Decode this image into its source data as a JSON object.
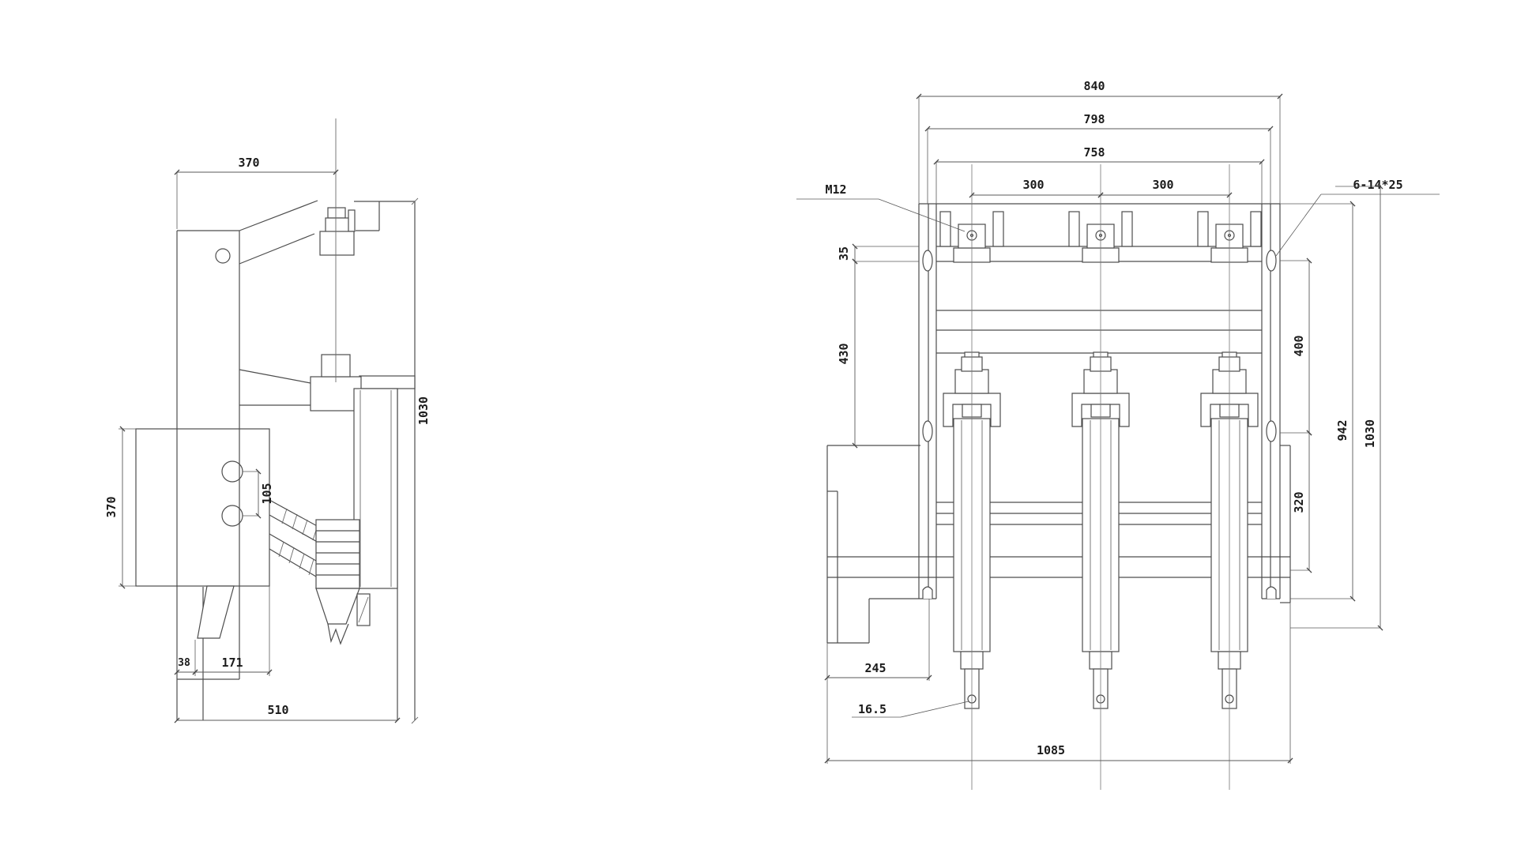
{
  "page": {
    "background": "#ffffff",
    "line_color": "#4d4d4d",
    "dim_text_color": "#1b1b1b"
  },
  "side_view": {
    "dim_top_width": "370",
    "dim_overall_height": "1030",
    "dim_hole_spacing": "105",
    "dim_box_height": "370",
    "dim_step_width": "38",
    "dim_foot_width": "171",
    "dim_overall_depth": "510"
  },
  "front_view": {
    "dim_width_outer": "840",
    "dim_width_middle": "798",
    "dim_width_inner": "758",
    "label_terminal_bolt": "M12",
    "dim_pole_pitch_left": "300",
    "dim_pole_pitch_right": "300",
    "label_mounting_holes": "6-14*25",
    "dim_slot_top_offset": "35",
    "dim_slot_spacing": "430",
    "dim_side_hole_span": "400",
    "dim_frame_height": "942",
    "dim_overall_height": "1030",
    "dim_lower_span": "320",
    "dim_bracket_width": "245",
    "label_stem_hole": "16.5",
    "dim_overall_width": "1085"
  }
}
